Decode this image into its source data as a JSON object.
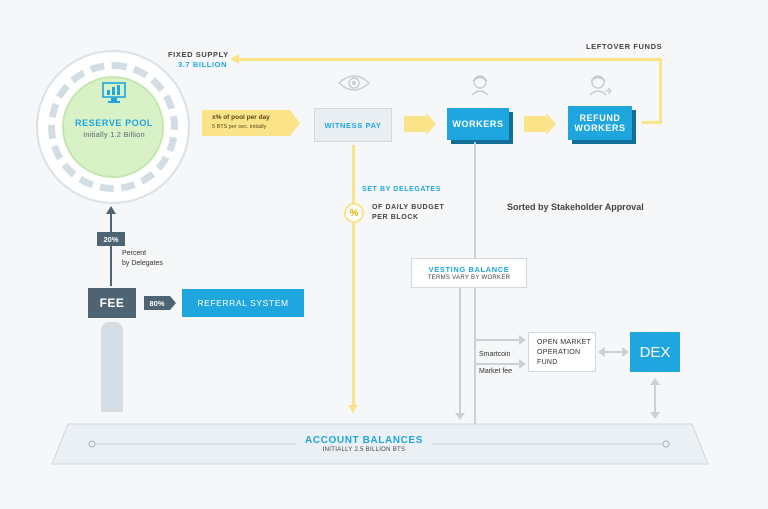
{
  "reserve_pool": {
    "title": "RESERVE POOL",
    "subtitle": "Initially 1.2 Billion"
  },
  "fixed_supply": {
    "line1": "FIXED SUPPLY",
    "line2": "3.7 BILLION"
  },
  "leftover_funds": "LEFTOVER FUNDS",
  "pool_per_day": {
    "line1": "x% of pool per day",
    "line2": "5 BTS per sec. initially"
  },
  "witness_pay": "WITNESS PAY",
  "workers": "WORKERS",
  "refund_workers": {
    "line1": "REFUND",
    "line2": "WORKERS"
  },
  "set_by_delegates": "SET BY DELEGATES",
  "daily_budget": {
    "line1": "OF DAILY BUDGET",
    "line2": "PER BLOCK"
  },
  "percent_symbol": "%",
  "sorted_by": "Sorted by Stakeholder Approval",
  "percent_20": "20%",
  "percent_by_delegates": {
    "line1": "Percent",
    "line2": "by Delegates"
  },
  "fee": "FEE",
  "percent_80": "80%",
  "referral_system": "REFERRAL SYSTEM",
  "vesting_balance": {
    "title": "VESTING BALANCE",
    "subtitle": "TERMS VARY BY WORKER"
  },
  "open_market": {
    "line1": "OPEN MARKET",
    "line2": "OPERATION",
    "line3": "FUND"
  },
  "dex": "DEX",
  "smartcoin": "Smartcoin",
  "market_fee": "Market fee",
  "account_balances": {
    "title": "ACCOUNT BALANCES",
    "subtitle": "INITIALLY 2.5 BILLION BTS"
  },
  "colors": {
    "blue": "#1fa6df",
    "dark_blue": "#126f98",
    "yellow": "#fbe38a",
    "green": "#d8f1c6",
    "slate": "#4e6472",
    "grey_line": "#c9d1d6"
  },
  "icons": [
    "monitor-chart-icon",
    "eye-icon",
    "worker-icon",
    "refund-worker-icon",
    "percent-icon"
  ]
}
